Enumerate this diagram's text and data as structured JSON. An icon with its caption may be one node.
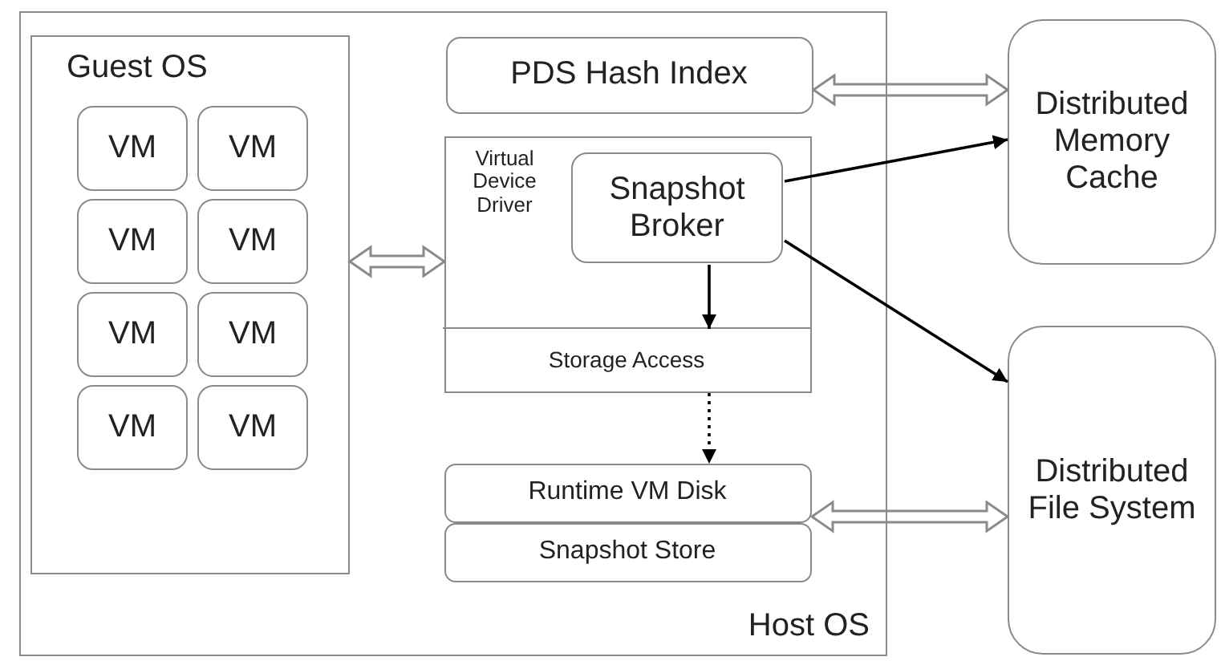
{
  "diagram": {
    "nodes": [
      {
        "text": [
          "Host OS"
        ]
      },
      {
        "text": [
          "Guest OS"
        ],
        "in": 0
      },
      {
        "text": [
          "VM"
        ],
        "in": 1
      },
      {
        "text": [
          "VM"
        ],
        "in": 1
      },
      {
        "text": [
          "VM"
        ],
        "in": 1
      },
      {
        "text": [
          "VM"
        ],
        "in": 1
      },
      {
        "text": [
          "VM"
        ],
        "in": 1
      },
      {
        "text": [
          "VM"
        ],
        "in": 1
      },
      {
        "text": [
          "VM"
        ],
        "in": 1
      },
      {
        "text": [
          "VM"
        ],
        "in": 1
      },
      {
        "text": [
          "PDS Hash Index"
        ],
        "in": 0
      },
      {
        "text": [
          "Virtual Device Driver"
        ],
        "in": 0
      },
      {
        "text": [
          "Snapshot Broker"
        ],
        "in": 11
      },
      {
        "text": [
          "Storage Access"
        ],
        "in": 11
      },
      {
        "text": [
          "Runtime VM Disk"
        ],
        "in": 0
      },
      {
        "text": [
          "Snapshot Store"
        ],
        "in": 0
      },
      {
        "text": [
          "Distributed Memory Cache"
        ]
      },
      {
        "text": [
          "Distributed File System"
        ]
      }
    ],
    "edges": [
      {
        "from": 1,
        "to": 11,
        "arrow": "both",
        "style": "thick"
      },
      {
        "from": 10,
        "to": 16,
        "arrow": "both",
        "style": "thick"
      },
      {
        "from": 12,
        "to": 16,
        "arrow": "to"
      },
      {
        "from": 12,
        "to": 17,
        "arrow": "to"
      },
      {
        "from": 12,
        "to": 13,
        "arrow": "to"
      },
      {
        "from": 13,
        "to": 14,
        "arrow": "to",
        "style": "dashed"
      },
      {
        "from": 14,
        "to": 17,
        "arrow": "both",
        "style": "thick"
      }
    ]
  }
}
